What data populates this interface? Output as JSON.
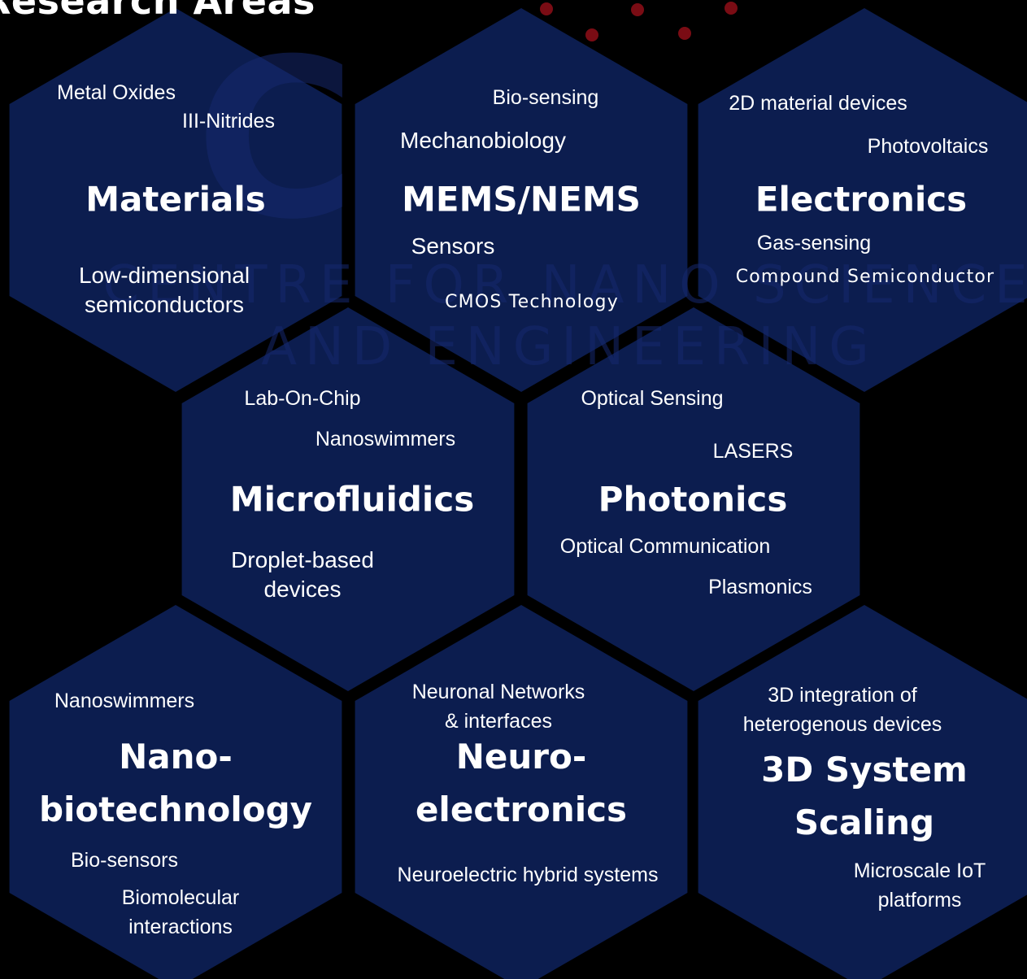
{
  "page": {
    "title": "Research Areas"
  },
  "watermark": {
    "line1": "CENTRE FOR NANO SCIENCE",
    "line2": "AND ENGINEERING"
  },
  "colors": {
    "background": "#000000",
    "hexagon": "#0c1d4f",
    "watermark_blue": "#16296f",
    "logo_red": "#7a0c14",
    "text": "#ffffff"
  },
  "hexagons": [
    {
      "title": [
        "Materials"
      ],
      "items": [
        [
          "Metal Oxides"
        ],
        [
          "III-Nitrides"
        ],
        [
          "Low-dimensional",
          "semiconductors"
        ]
      ]
    },
    {
      "title": [
        "MEMS/NEMS"
      ],
      "items": [
        [
          "Bio-sensing"
        ],
        [
          "Mechanobiology"
        ],
        [
          "Sensors"
        ],
        [
          "CMOS Technology"
        ]
      ]
    },
    {
      "title": [
        "Electronics"
      ],
      "items": [
        [
          "2D  material devices"
        ],
        [
          "Photovoltaics"
        ],
        [
          "Gas-sensing"
        ],
        [
          "Compound Semiconductor"
        ]
      ]
    },
    {
      "title": [
        "Microfluidics"
      ],
      "items": [
        [
          "Lab-On-Chip"
        ],
        [
          "Nanoswimmers"
        ],
        [
          "Droplet-based",
          "devices"
        ]
      ]
    },
    {
      "title": [
        "Photonics"
      ],
      "items": [
        [
          "Optical Sensing"
        ],
        [
          "LASERS"
        ],
        [
          "Optical Communication"
        ],
        [
          "Plasmonics"
        ]
      ]
    },
    {
      "title": [
        "Nano-",
        "biotechnology"
      ],
      "items": [
        [
          "Nanoswimmers"
        ],
        [
          "Bio-sensors"
        ],
        [
          "Biomolecular",
          "interactions"
        ]
      ]
    },
    {
      "title": [
        "Neuro-",
        "electronics"
      ],
      "items": [
        [
          "Neuronal Networks",
          "& interfaces"
        ],
        [
          "Neuroelectric hybrid systems"
        ]
      ]
    },
    {
      "title": [
        "3D System",
        "Scaling"
      ],
      "items": [
        [
          "3D integration of",
          "heterogenous devices"
        ],
        [
          "Microscale IoT",
          "platforms"
        ]
      ]
    }
  ]
}
